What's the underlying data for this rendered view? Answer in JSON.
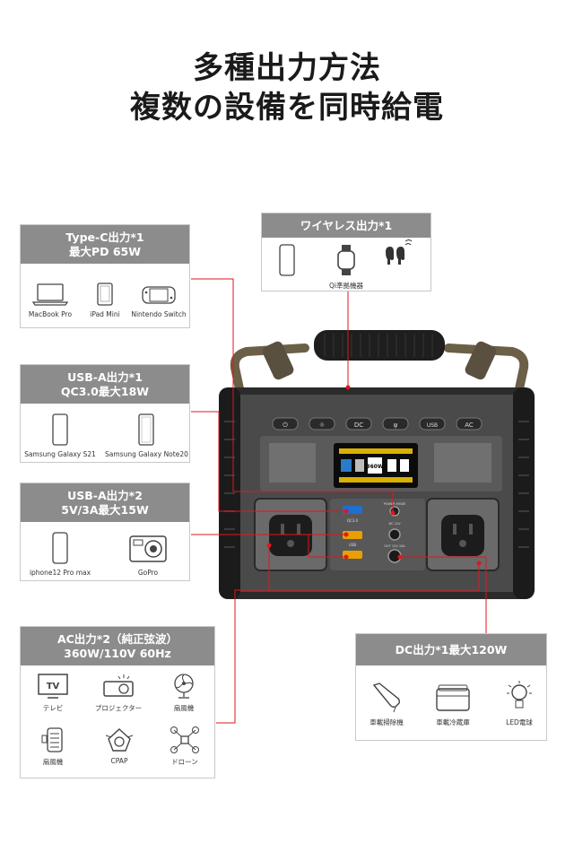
{
  "title": {
    "line1": "多種出力方法",
    "line2": "複数の設備を同時給電"
  },
  "device": {
    "button_labels": [
      "⏻",
      "☼",
      "DC",
      "ψ",
      "USB",
      "AC"
    ],
    "lcd_value": "360W",
    "usb_qc_label": "QC3.0",
    "usb_label": "USB",
    "dc_label": "DC 12V",
    "power_label": "POWER MODE",
    "dc_out_label": "OUT 12V 10A"
  },
  "cards": {
    "typec": {
      "header_line1": "Type-C出力*1",
      "header_line2": "最大PD 65W",
      "items": [
        {
          "label": "MacBook Pro",
          "icon": "laptop-icon"
        },
        {
          "label": "iPad Mini",
          "icon": "tablet-icon"
        },
        {
          "label": "Nintendo Switch",
          "icon": "game-console-icon"
        }
      ]
    },
    "usba1": {
      "header_line1": "USB-A出力*1",
      "header_line2": "QC3.0最大18W",
      "items": [
        {
          "label": "Samsung Galaxy S21",
          "icon": "smartphone-icon"
        },
        {
          "label": "Samsung Galaxy Note20",
          "icon": "smartphone-icon"
        }
      ]
    },
    "usba2": {
      "header_line1": "USB-A出力*2",
      "header_line2": "5V/3A最大15W",
      "items": [
        {
          "label": "iphone12 Pro max",
          "icon": "smartphone-icon"
        },
        {
          "label": "GoPro",
          "icon": "action-camera-icon"
        }
      ]
    },
    "ac": {
      "header_line1": "AC出力*2（純正弦波）",
      "header_line2": "360W/110V 60Hz",
      "items": [
        {
          "label": "テレビ",
          "icon": "tv-icon",
          "icon_text": "TV"
        },
        {
          "label": "プロジェクター",
          "icon": "projector-icon"
        },
        {
          "label": "扇風機",
          "icon": "fan-icon"
        },
        {
          "label": "扇風機",
          "icon": "heater-icon"
        },
        {
          "label": "CPAP",
          "icon": "cpap-mask-icon"
        },
        {
          "label": "ドローン",
          "icon": "drone-icon"
        }
      ]
    },
    "wireless": {
      "header": "ワイヤレス出力*1",
      "items": [
        {
          "label": "",
          "icon": "smartphone-icon"
        },
        {
          "label": "Qi準拠機器",
          "icon": "smartwatch-icon"
        },
        {
          "label": "",
          "icon": "earbuds-icon"
        }
      ]
    },
    "dc": {
      "header": "DC出力*1最大120W",
      "items": [
        {
          "label": "車載掃除機",
          "icon": "handheld-vacuum-icon"
        },
        {
          "label": "車載冷蔵庫",
          "icon": "car-fridge-icon"
        },
        {
          "label": "LED電球",
          "icon": "light-bulb-icon"
        }
      ]
    }
  },
  "colors": {
    "header_gray": "#8c8c8c",
    "leader_red": "#e0161d",
    "device_body": "#3a3a3a",
    "handle_olive": "#6b5f48"
  }
}
